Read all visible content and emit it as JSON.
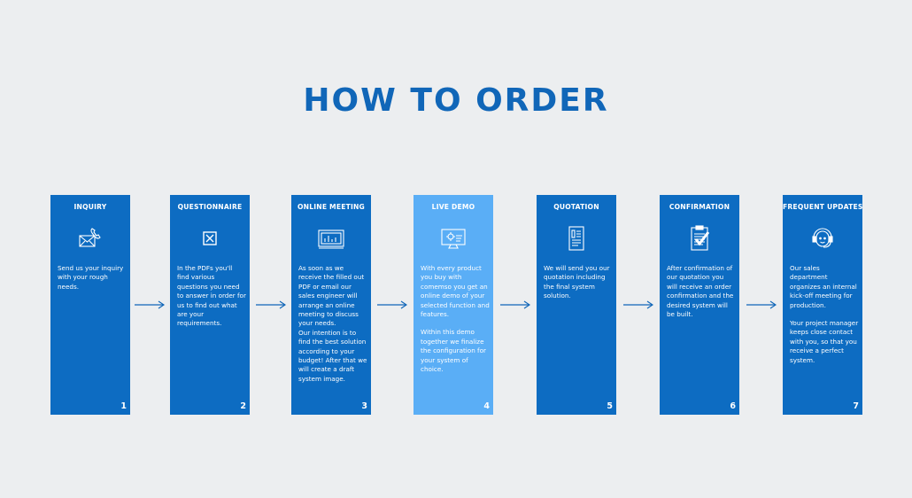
{
  "title": "HOW TO ORDER",
  "colors": {
    "primary": "#0d6cc2",
    "highlight": "#5aaef6",
    "title": "#1066b8",
    "background": "#eceef0"
  },
  "steps": [
    {
      "title": "INQUIRY",
      "icon": "envelope-phone-icon",
      "number": "1",
      "paragraphs": [
        "Send us your inquiry with your rough needs."
      ]
    },
    {
      "title": "QUESTIONNAIRE",
      "icon": "checkbox-x-icon",
      "number": "2",
      "paragraphs": [
        "In the PDFs you'll find various questions you need to answer in order for us to find out what are your requirements."
      ]
    },
    {
      "title": "ONLINE MEETING",
      "icon": "monitor-chart-icon",
      "number": "3",
      "paragraphs": [
        "As soon as we receive the filled out PDF or email our sales engineer will arrange an online meeting to discuss your needs.",
        "Our intention is to find the best solution according to your budget! After that we will create a draft system image."
      ]
    },
    {
      "title": "LIVE DEMO",
      "icon": "monitor-gear-icon",
      "number": "4",
      "active": true,
      "paragraphs": [
        "With every product you buy with comemso you get an online demo of your selected function and features.",
        "Within this demo together we finalize the configuration for your system of choice."
      ]
    },
    {
      "title": "QUOTATION",
      "icon": "document-icon",
      "number": "5",
      "paragraphs": [
        "We will send you our quotation including the final system solution."
      ]
    },
    {
      "title": "CONFIRMATION",
      "icon": "clipboard-check-icon",
      "number": "6",
      "paragraphs": [
        "After confirmation of our quotation you will receive an order confirmation and the desired system will be built."
      ]
    },
    {
      "title": "FREQUENT UPDATES",
      "icon": "headset-agent-icon",
      "number": "7",
      "paragraphs": [
        "Our sales department organizes an internal kick-off meeting for production.",
        "Your project manager keeps close contact with you, so that you receive a perfect system."
      ]
    }
  ]
}
